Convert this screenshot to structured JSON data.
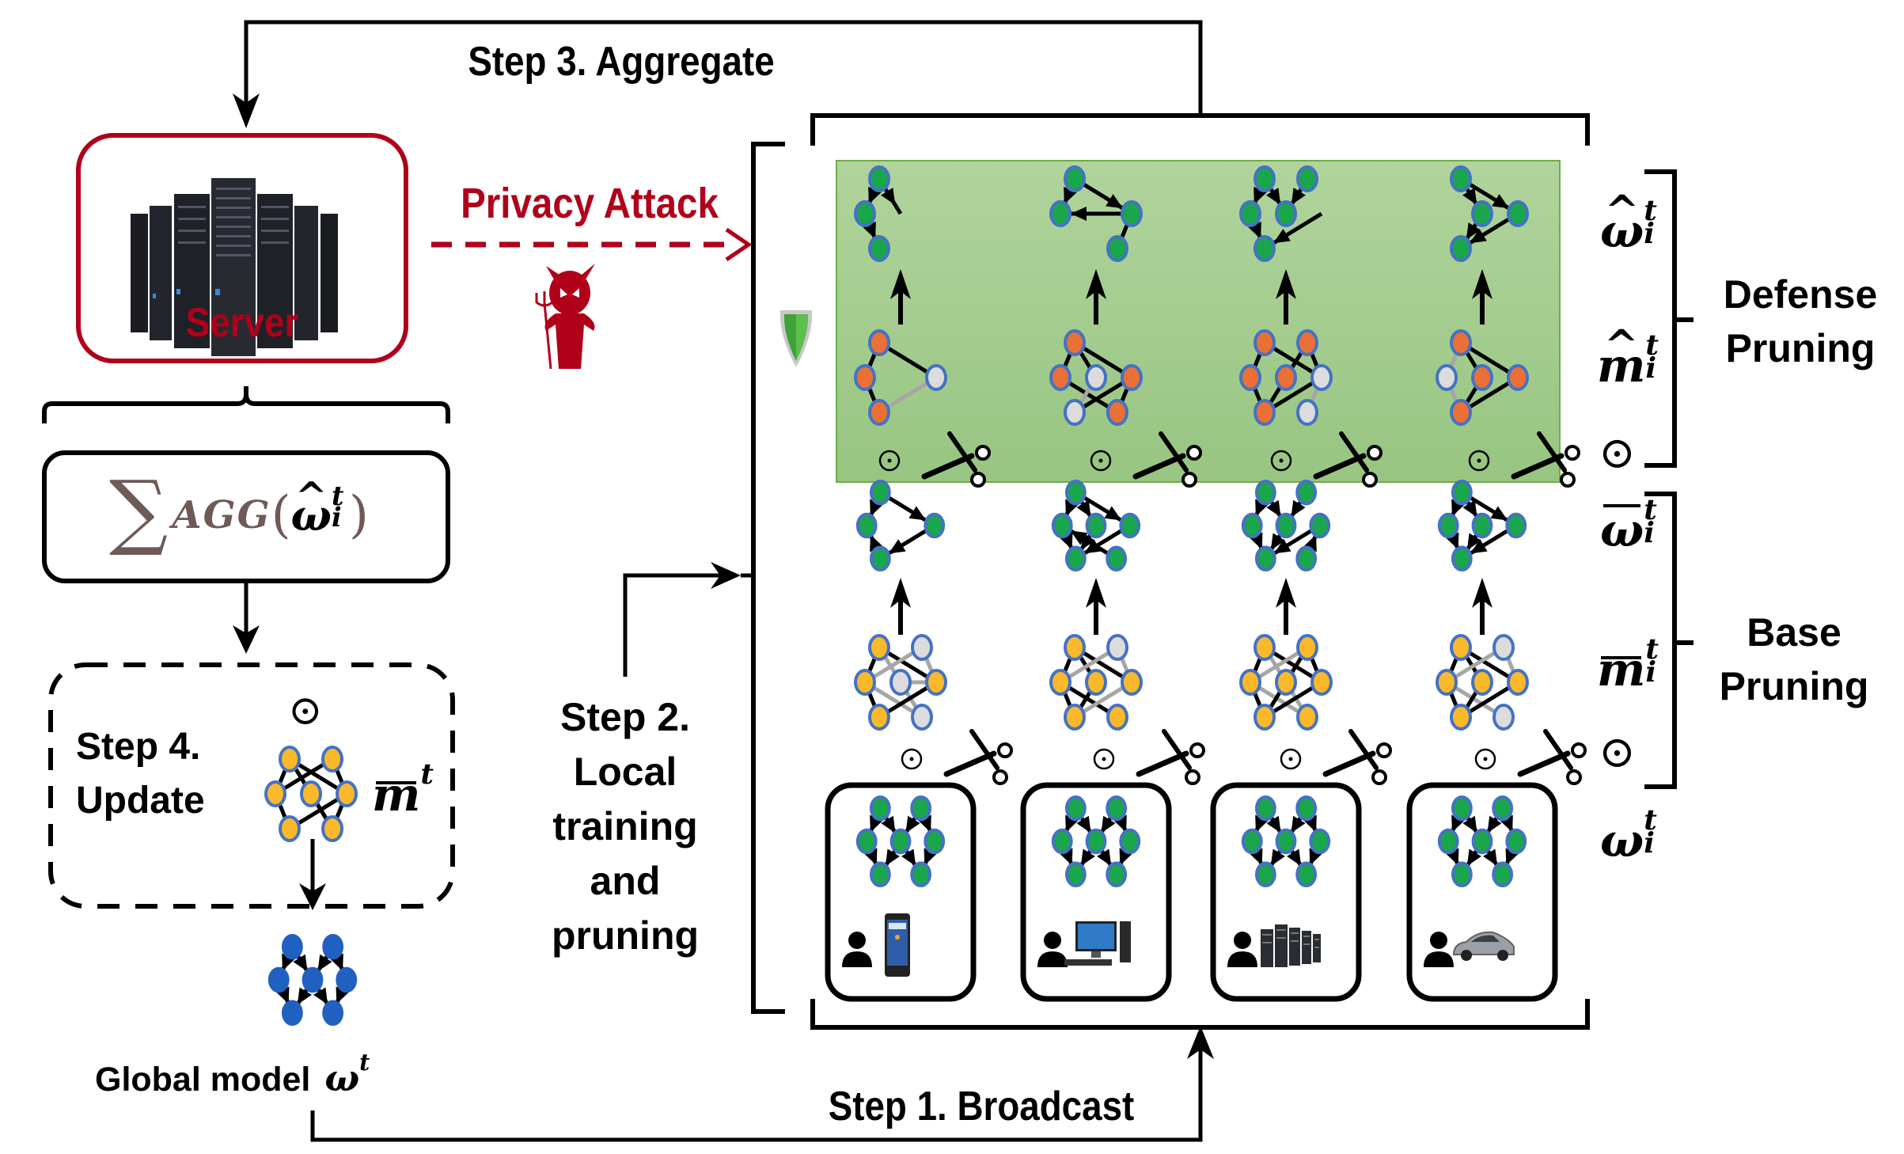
{
  "steps": {
    "step1": "Step 1. Broadcast",
    "step2_lines": [
      "Step 2.",
      "Local",
      "training",
      "and",
      "pruning"
    ],
    "step3": "Step 3.  Aggregate",
    "step4_lines": [
      "Step 4.",
      "Update"
    ]
  },
  "server": {
    "label": "Server",
    "color": "#b0001a"
  },
  "privacy_attack": {
    "label": "Privacy Attack",
    "color": "#b0001a"
  },
  "aggregation": {
    "sum_symbol": "∑",
    "func": "AGG",
    "arg": "ω",
    "arg_sup": "t",
    "arg_sub": "i",
    "color": "#6e5a57"
  },
  "update": {
    "odot": "⊙",
    "mask_symbol": "m",
    "mask_sup": "t"
  },
  "global_model": {
    "label": "Global model",
    "symbol": "ω",
    "sup": "t"
  },
  "stages": {
    "defense": {
      "label_lines": [
        "Defense",
        "Pruning"
      ]
    },
    "base": {
      "label_lines": [
        "Base",
        "Pruning"
      ]
    }
  },
  "row_labels": {
    "w_hat": {
      "base": "ω",
      "accent": "hat",
      "sup": "t",
      "sub": "i"
    },
    "m_hat": {
      "base": "m",
      "accent": "hat",
      "sup": "t",
      "sub": "i"
    },
    "odot_defense": "⊙",
    "w_bar": {
      "base": "ω",
      "accent": "bar",
      "sup": "t",
      "sub": "i"
    },
    "m_bar": {
      "base": "m",
      "accent": "bar",
      "sup": "t",
      "sub": "i"
    },
    "odot_base": "⊙",
    "w": {
      "base": "ω",
      "sup": "t",
      "sub": "i"
    }
  },
  "clients": [
    {
      "device": "smartphone"
    },
    {
      "device": "desktop-computer"
    },
    {
      "device": "server-rack"
    },
    {
      "device": "car"
    }
  ],
  "colors": {
    "green_node": "#1aa64b",
    "orange_node": "#ea7035",
    "yellow_node": "#f9b92b",
    "pruned_node": "#dcdcdc",
    "global_node": "#2060c0",
    "node_border": "#4472c4",
    "defense_bg": "#a3cb8a"
  }
}
